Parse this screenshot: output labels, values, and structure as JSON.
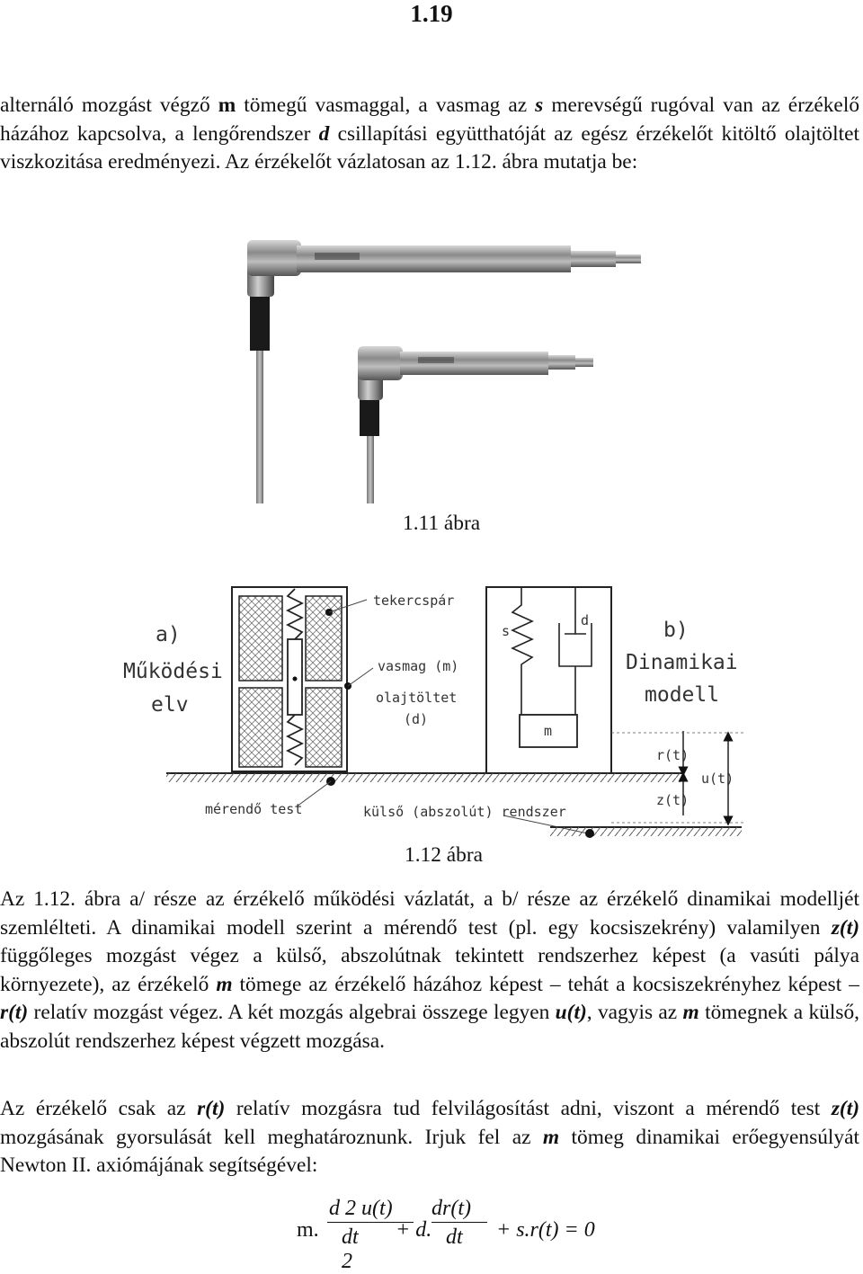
{
  "page_number": "1.19",
  "para1": [
    {
      "t": "alternáló mozgást végző "
    },
    {
      "t": "m",
      "b": true
    },
    {
      "t": " tömegű vasmaggal, a vasmag az "
    },
    {
      "t": "s",
      "b": true,
      "i": true
    },
    {
      "t": " merevségű rugóval van az érzékelő házához kapcsolva, a lengőrendszer "
    },
    {
      "t": "d",
      "b": true,
      "i": true
    },
    {
      "t": " csillapítási együtthatóját az egész érzékelőt kitöltő olajtöltet viszkozitása eredményezi. Az érzékelőt vázlatosan az 1.12. ábra mutatja be:"
    }
  ],
  "figure1_caption": "1.11 ábra",
  "diagram": {
    "label_a": "a)",
    "label_a_line1": "Működési",
    "label_a_line2": "elv",
    "tekercspar": "tekercspár",
    "vasmag": "vasmag (m)",
    "olajtoltet": "olajtöltet",
    "olajtoltet_d": "(d)",
    "merendo_test": "mérendő test",
    "kulso": "külső (abszolút) rendszer",
    "s": "s",
    "d": "d",
    "m": "m",
    "label_b": "b)",
    "label_b_line1": "Dinamikai",
    "label_b_line2": "modell",
    "r_t": "r(t)",
    "u_t": "u(t)",
    "z_t": "z(t)"
  },
  "figure2_caption": "1.12 ábra",
  "para2": [
    {
      "t": "Az 1.12. ábra a/ része az érzékelő működési vázlatát, a b/ része az érzékelő dinamikai modelljét szemlélteti. A dinamikai modell szerint a mérendő test (pl. egy kocsiszekrény) valamilyen "
    },
    {
      "t": "z(t)",
      "b": true,
      "i": true
    },
    {
      "t": " függőleges mozgást végez a külső, abszolútnak tekintett rendszerhez képest (a vasúti pálya környezete), az érzékelő "
    },
    {
      "t": "m",
      "b": true,
      "i": true
    },
    {
      "t": " tömege az érzékelő házához képest – tehát a kocsiszekrényhez képest – "
    },
    {
      "t": "r(t)",
      "b": true,
      "i": true
    },
    {
      "t": " relatív mozgást végez. A két mozgás algebrai összege legyen "
    },
    {
      "t": "u(t)",
      "b": true,
      "i": true
    },
    {
      "t": ", vagyis az "
    },
    {
      "t": "m",
      "b": true,
      "i": true
    },
    {
      "t": " tömegnek a külső, abszolút rendszerhez képest végzett mozgása."
    }
  ],
  "para3": [
    {
      "t": "Az érzékelő csak az "
    },
    {
      "t": "r(t)",
      "b": true,
      "i": true
    },
    {
      "t": " relatív mozgásra tud felvilágosítást adni, viszont a mérendő test "
    },
    {
      "t": "z(t)",
      "b": true,
      "i": true
    },
    {
      "t": " mozgásának gyorsulását kell meghatároznunk. Irjuk fel az "
    },
    {
      "t": "m",
      "b": true,
      "i": true
    },
    {
      "t": " tömeg dinamikai erőegyensúlyát Newton II. axiómájának segítségével:"
    }
  ],
  "equation": {
    "m": "m.",
    "num1": "d 2 u(t)",
    "den1": "dt 2",
    "plus1": "+ d.",
    "num2": "dr(t)",
    "den2": "dt",
    "rest": "+ s.r(t) = 0"
  }
}
